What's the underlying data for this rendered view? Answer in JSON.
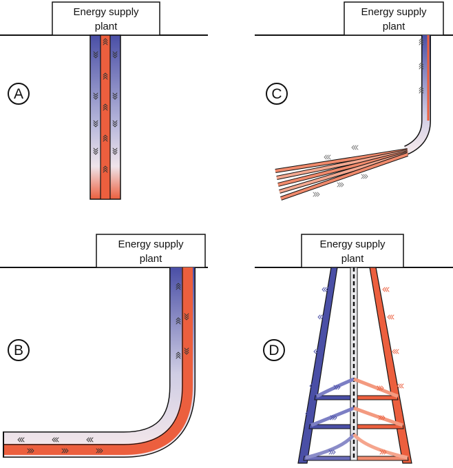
{
  "plant_label_line1": "Energy supply",
  "plant_label_line2": "plant",
  "panels": {
    "A": {
      "label": "A"
    },
    "B": {
      "label": "B"
    },
    "C": {
      "label": "C"
    },
    "D": {
      "label": "D"
    }
  },
  "colors": {
    "cold": "#4a4fa6",
    "hot": "#ec5f3e",
    "outline": "#111111",
    "pale": "#efe6ec"
  }
}
